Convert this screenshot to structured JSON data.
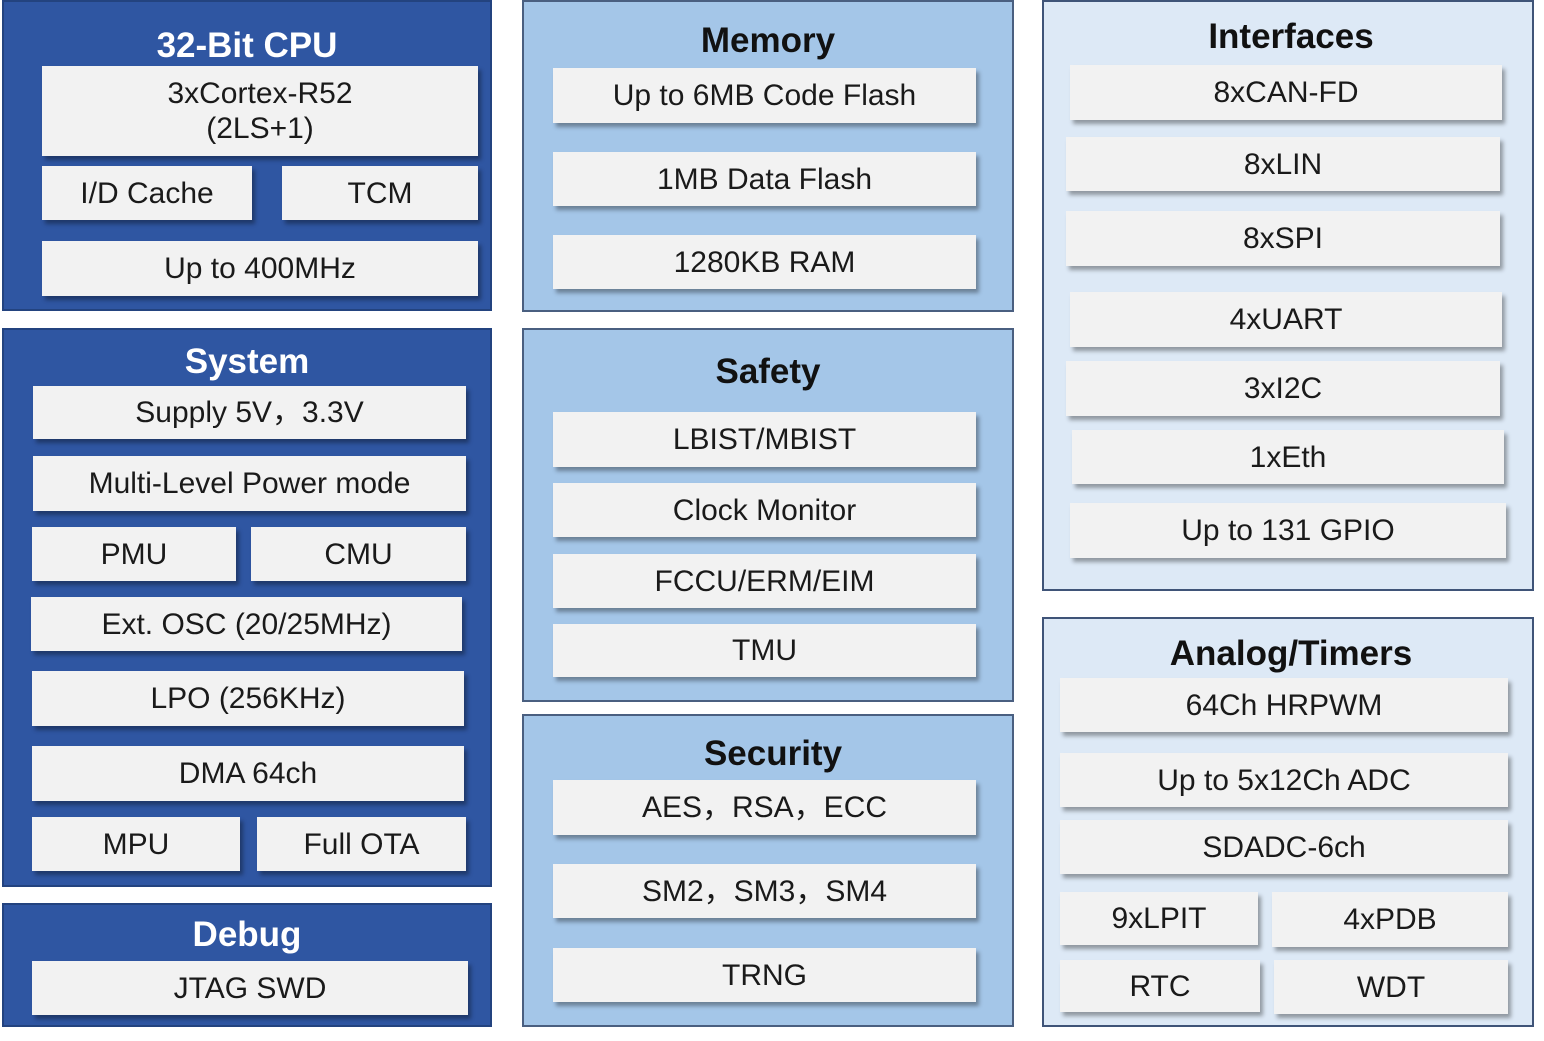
{
  "cpu": {
    "title": "32-Bit CPU",
    "core_line1": "3xCortex-R52",
    "core_line2": "(2LS+1)",
    "cache": "I/D Cache",
    "tcm": "TCM",
    "freq": "Up to 400MHz"
  },
  "system": {
    "title": "System",
    "supply": "Supply 5V，3.3V",
    "power_mode": "Multi-Level Power mode",
    "pmu": "PMU",
    "cmu": "CMU",
    "osc": "Ext. OSC (20/25MHz)",
    "lpo": "LPO (256KHz)",
    "dma": "DMA 64ch",
    "mpu": "MPU",
    "ota": "Full OTA"
  },
  "debug": {
    "title": "Debug",
    "jtag": "JTAG SWD"
  },
  "memory": {
    "title": "Memory",
    "code_flash": "Up to 6MB Code Flash",
    "data_flash": "1MB Data Flash",
    "ram": "1280KB RAM"
  },
  "safety": {
    "title": "Safety",
    "bist": "LBIST/MBIST",
    "clock_monitor": "Clock Monitor",
    "fccu": "FCCU/ERM/EIM",
    "tmu": "TMU"
  },
  "security": {
    "title": "Security",
    "crypto": "AES，RSA，ECC",
    "sm": "SM2，SM3，SM4",
    "trng": "TRNG"
  },
  "interfaces": {
    "title": "Interfaces",
    "can": "8xCAN-FD",
    "lin": "8xLIN",
    "spi": "8xSPI",
    "uart": "4xUART",
    "i2c": "3xI2C",
    "eth": "1xEth",
    "gpio": "Up to 131 GPIO"
  },
  "analog": {
    "title": "Analog/Timers",
    "hrpwm": "64Ch HRPWM",
    "adc": "Up to 5x12Ch ADC",
    "sdadc": "SDADC-6ch",
    "lpit": "9xLPIT",
    "pdb": "4xPDB",
    "rtc": "RTC",
    "wdt": "WDT"
  },
  "colors": {
    "dark_panel": "#2f56a2",
    "mid_panel": "#a4c6e8",
    "light_panel": "#dde9f6",
    "box": "#f2f2f2"
  }
}
